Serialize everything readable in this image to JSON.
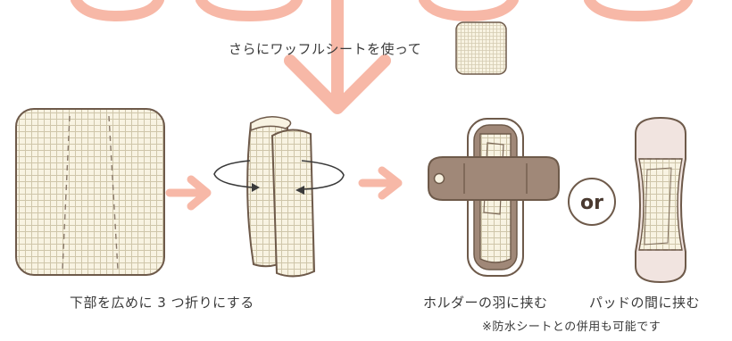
{
  "caption_top": "さらにワッフルシートを使って",
  "caption_fold": "下部を広めに 3 つ折りにする",
  "caption_holder": "ホルダーの羽に挟む",
  "caption_pad": "パッドの間に挟む",
  "note": "※防水シートとの併用も可能です",
  "or_label": "or",
  "colors": {
    "arrow": "#f7b8a7",
    "sheet_fill": "#f8f3e2",
    "outline": "#6e5a4a",
    "grid": "#cfc6aa",
    "holder": "#a08878",
    "pad": "#f1e4e0",
    "text": "#3a3a3a"
  }
}
